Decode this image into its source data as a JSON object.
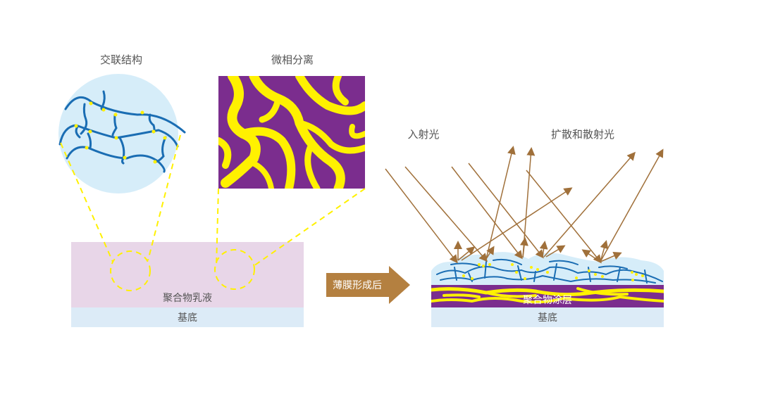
{
  "labels": {
    "crosslink_title": "交联结构",
    "microphase_title": "微相分离",
    "emulsion": "聚合物乳液",
    "substrate_left": "基底",
    "arrow": "薄膜形成后",
    "incident_light": "入射光",
    "scattered_light": "扩散和散射光",
    "coating": "聚合物涂层",
    "substrate_right": "基底"
  },
  "colors": {
    "circle_fill": "#d6edf9",
    "chain": "#1a6db3",
    "crosslink_dot": "#fff100",
    "purple": "#7b2d8e",
    "yellow": "#fff100",
    "emulsion": "#e8d6e8",
    "substrate": "#dcebf7",
    "arrow": "#b48040",
    "light": "#a0703a"
  }
}
